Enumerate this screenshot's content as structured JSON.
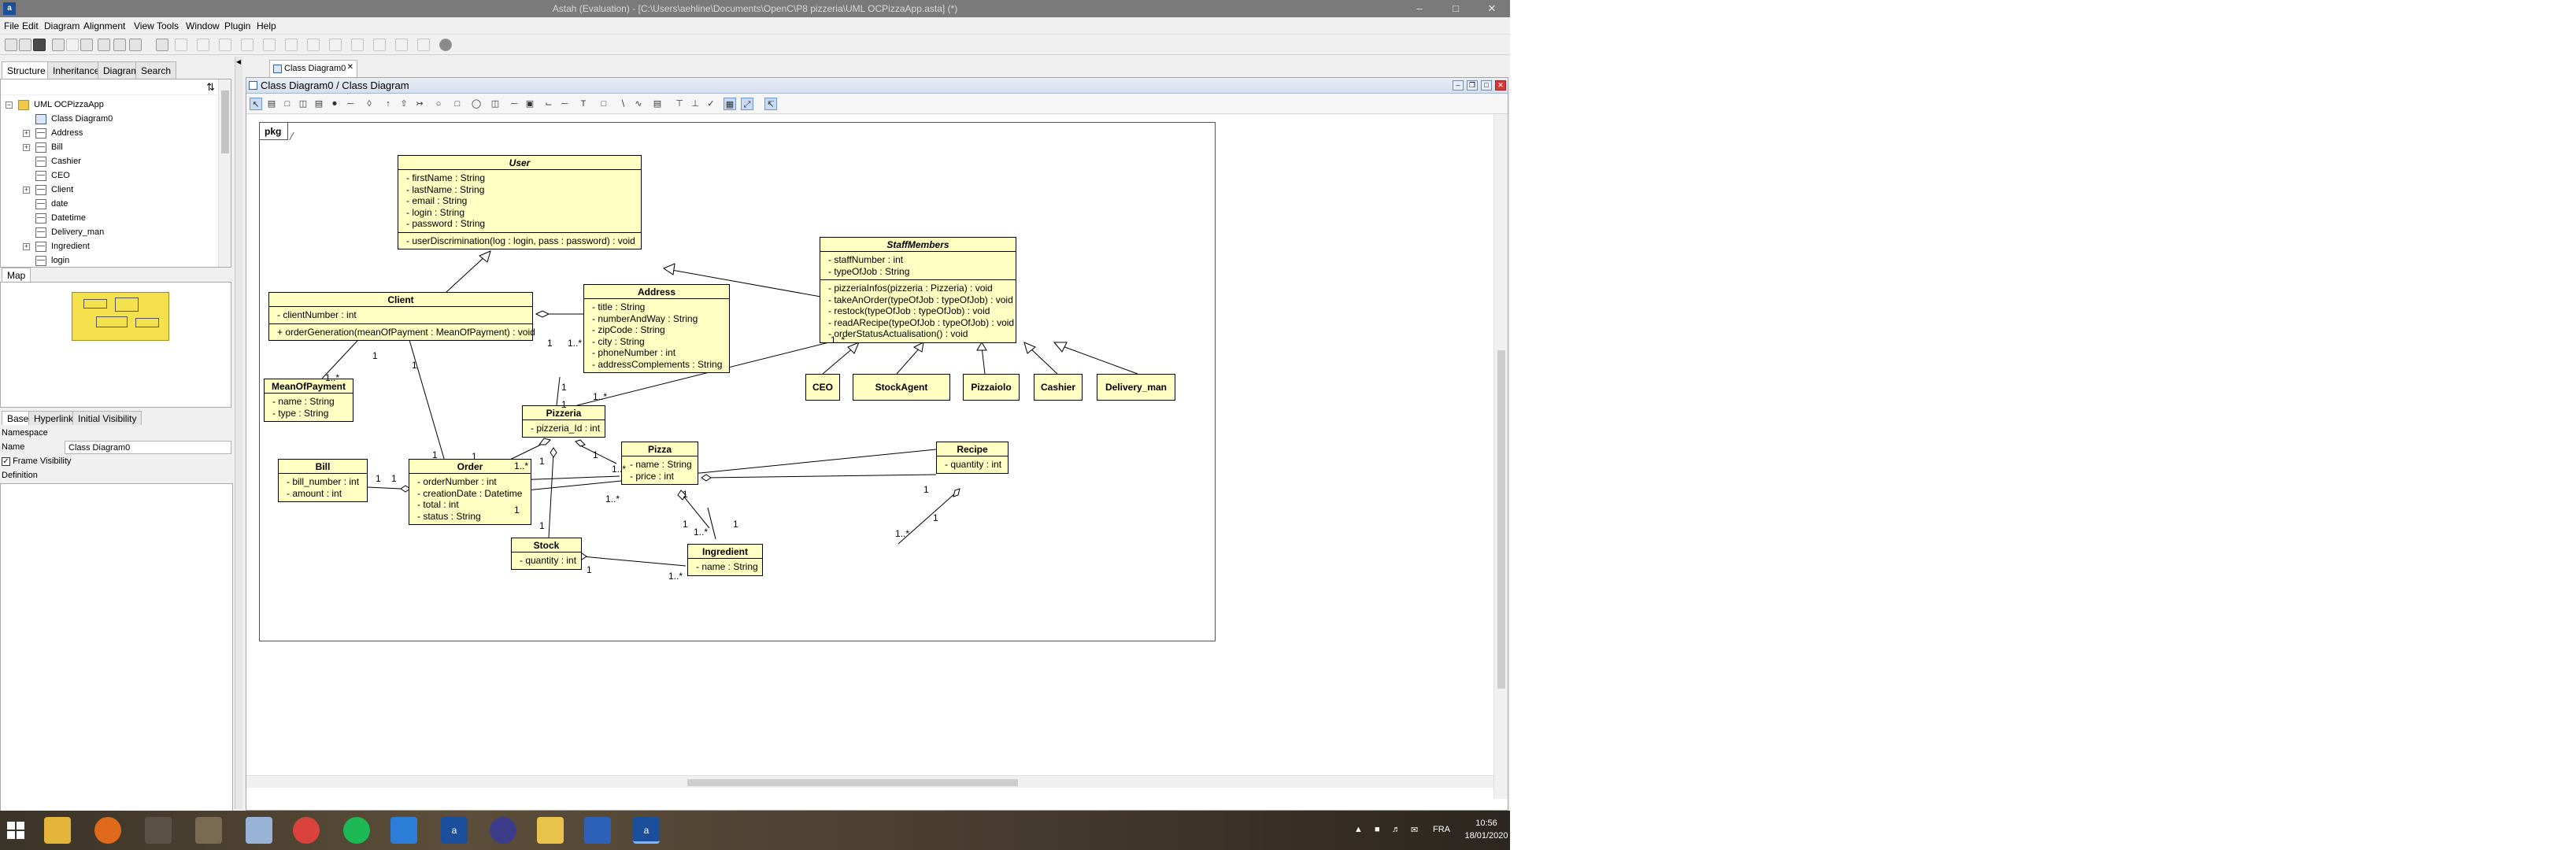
{
  "window": {
    "title": "Astah (Evaluation) - [C:\\Users\\aehline\\Documents\\OpenC\\P8 pizzeria\\UML OCPizzaApp.asta] (*)",
    "controls": [
      "–",
      "□",
      "✕"
    ]
  },
  "menu": [
    "File",
    "Edit",
    "Diagram",
    "Alignment",
    "View",
    "Tools",
    "Window",
    "Plugin",
    "Help"
  ],
  "left_panel": {
    "tabs": [
      "Structure",
      "Inheritance",
      "Diagram",
      "Search"
    ],
    "tree": [
      {
        "label": "UML OCPizzaApp",
        "kind": "folder",
        "expand": "−",
        "level": 0
      },
      {
        "label": "Class Diagram0",
        "kind": "diag",
        "expand": "",
        "level": 1
      },
      {
        "label": "Address",
        "kind": "cls",
        "expand": "+",
        "level": 1
      },
      {
        "label": "Bill",
        "kind": "cls",
        "expand": "+",
        "level": 1
      },
      {
        "label": "Cashier",
        "kind": "cls",
        "expand": "",
        "level": 1
      },
      {
        "label": "CEO",
        "kind": "cls",
        "expand": "",
        "level": 1
      },
      {
        "label": "Client",
        "kind": "cls",
        "expand": "+",
        "level": 1
      },
      {
        "label": "date",
        "kind": "cls",
        "expand": "",
        "level": 1
      },
      {
        "label": "Datetime",
        "kind": "cls",
        "expand": "",
        "level": 1
      },
      {
        "label": "Delivery_man",
        "kind": "cls",
        "expand": "",
        "level": 1
      },
      {
        "label": "Ingredient",
        "kind": "cls",
        "expand": "+",
        "level": 1
      },
      {
        "label": "login",
        "kind": "cls",
        "expand": "",
        "level": 1
      }
    ],
    "map_label": "Map",
    "prop_tabs": [
      "Base",
      "Hyperlink",
      "Initial Visibility"
    ],
    "namespace_label": "Namespace",
    "name_label": "Name",
    "name_value": "Class Diagram0",
    "frame_visibility_label": "Frame Visibility",
    "frame_visibility_checked": true,
    "definition_label": "Definition"
  },
  "diagram": {
    "tab_label": "Class Diagram0",
    "window_title": "Class Diagram0 / Class Diagram",
    "frame_label": "pkg",
    "classes": {
      "user": {
        "name": "User",
        "attrs": [
          "- firstName : String",
          "- lastName : String",
          "- email : String",
          "- login : String",
          "- password : String"
        ],
        "ops": [
          "- userDiscrimination(log : login, pass : password) : void"
        ]
      },
      "client": {
        "name": "Client",
        "attrs": [
          "- clientNumber : int"
        ],
        "ops": [
          "+ orderGeneration(meanOfPayment : MeanOfPayment) : void"
        ]
      },
      "address": {
        "name": "Address",
        "attrs": [
          "- title : String",
          "- numberAndWay : String",
          "- zipCode : String",
          "- city : String",
          "- phoneNumber : int",
          "- addressComplements : String"
        ]
      },
      "staff": {
        "name": "StaffMembers",
        "attrs": [
          "- staffNumber : int",
          "- typeOfJob : String"
        ],
        "ops": [
          "- pizzeriaInfos(pizzeria : Pizzeria) : void",
          "- takeAnOrder(typeOfJob : typeOfJob) : void",
          "- restock(typeOfJob : typeOfJob) : void",
          "- readARecipe(typeOfJob : typeOfJob) : void",
          "- orderStatusActualisation() : void"
        ]
      },
      "mean": {
        "name": "MeanOfPayment",
        "attrs": [
          "- name : String",
          "- type : String"
        ]
      },
      "pizzeria": {
        "name": "Pizzeria",
        "attrs": [
          "- pizzeria_Id : int"
        ]
      },
      "bill": {
        "name": "Bill",
        "attrs": [
          "- bill_number : int",
          "- amount : int"
        ]
      },
      "order": {
        "name": "Order",
        "attrs": [
          "- orderNumber : int",
          "- creationDate : Datetime",
          "- total : int",
          "- status : String"
        ]
      },
      "pizza": {
        "name": "Pizza",
        "attrs": [
          "- name : String",
          "- price : int"
        ]
      },
      "recipe": {
        "name": "Recipe",
        "attrs": [
          "- quantity : int"
        ]
      },
      "stock": {
        "name": "Stock",
        "attrs": [
          "- quantity : int"
        ]
      },
      "ingredient": {
        "name": "Ingredient",
        "attrs": [
          "- name : String"
        ]
      },
      "ceo": {
        "name": "CEO"
      },
      "stockagent": {
        "name": "StockAgent"
      },
      "pizzaiolo": {
        "name": "Pizzaiolo"
      },
      "cashier": {
        "name": "Cashier"
      },
      "delivery": {
        "name": "Delivery_man"
      }
    },
    "multiplicities": [
      "1",
      "1",
      "1..*",
      "1..*",
      "1",
      "1",
      "1",
      "1..*",
      "1..*",
      "1",
      "1..*",
      "1",
      "1",
      "1",
      "1",
      "1..*",
      "1",
      "1",
      "1..*",
      "1",
      "1",
      "1",
      "1..*",
      "1",
      "1..*",
      "1",
      "1",
      "1",
      "1..*"
    ]
  },
  "taskbar": {
    "apps": [
      "win",
      "explorer",
      "firefox",
      "gimp",
      "books",
      "notepad",
      "chrome",
      "spotify",
      "dropbox",
      "astah1",
      "mail",
      "files",
      "editor",
      "astah2"
    ],
    "lang": "FRA",
    "time": "10:56",
    "date": "18/01/2020"
  }
}
